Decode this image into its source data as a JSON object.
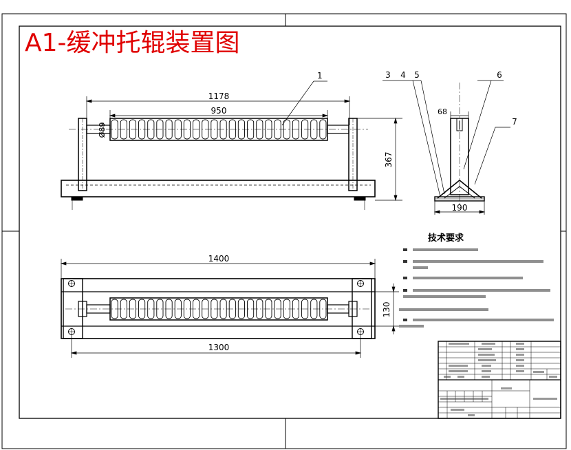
{
  "title": "A1-缓冲托辊装置图",
  "front_view": {
    "dim_total": "1178",
    "dim_roller": "950",
    "dim_diameter": "Ø89",
    "dim_height": "367",
    "callout_1": "1"
  },
  "side_view": {
    "callouts": [
      "3",
      "4",
      "5",
      "6",
      "7"
    ],
    "dim_top": "68",
    "dim_base": "190"
  },
  "top_view": {
    "dim_total": "1400",
    "dim_holes": "1300",
    "dim_width": "130"
  },
  "tech": {
    "heading": "技术要求"
  }
}
